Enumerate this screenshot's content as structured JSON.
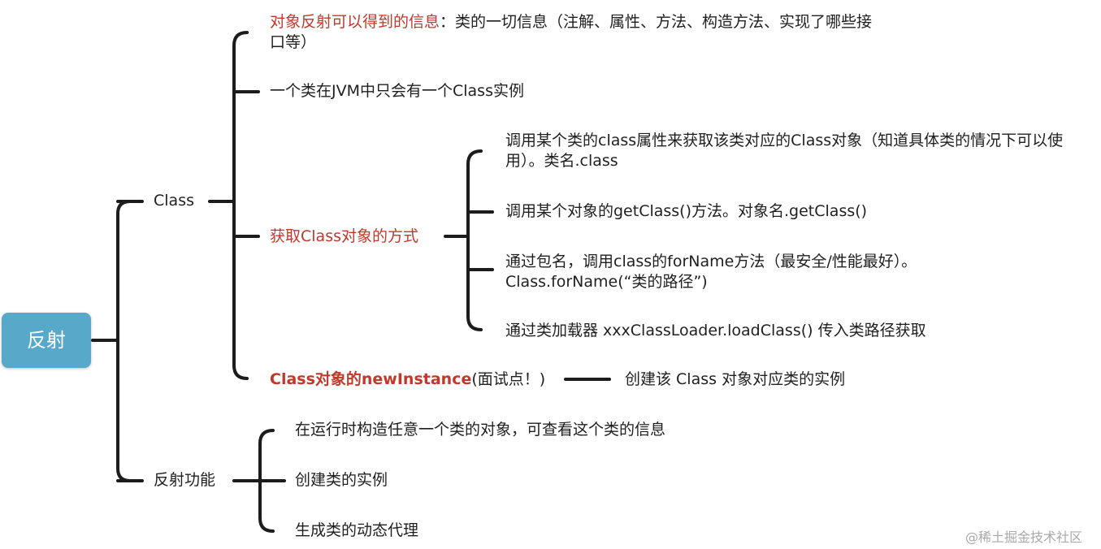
{
  "root": {
    "label": "反射"
  },
  "class_branch": {
    "label": "Class",
    "info_title": "对象反射可以得到的信息",
    "info_text": "：类的一切信息（注解、属性、方法、构造方法、实现了哪些接口等）",
    "single_instance": "一个类在JVM中只会有一个Class实例",
    "get_class_title": "获取Class对象的方式",
    "get_class_methods": [
      "调用某个类的class属性来获取该类对应的Class对象（知道具体类的情况下可以使用）。类名.class",
      "调用某个对象的getClass()方法。对象名.getClass()",
      "通过包名，调用class的forName方法（最安全/性能最好）。Class.forName(“类的路径”)",
      "通过类加载器 xxxClassLoader.loadClass() 传入类路径获取"
    ],
    "new_instance_title": "Class对象的newInstance",
    "new_instance_note": "(面试点！)",
    "new_instance_desc": "创建该 Class 对象对应类的实例"
  },
  "function_branch": {
    "label": "反射功能",
    "items": [
      "在运行时构造任意一个类的对象，可查看这个类的信息",
      "创建类的实例",
      "生成类的动态代理"
    ]
  },
  "watermark": "@稀土掘金技术社区",
  "colors": {
    "root_bg": "#58a9c9",
    "highlight": "#c0392b",
    "line": "#1c1c1c"
  }
}
